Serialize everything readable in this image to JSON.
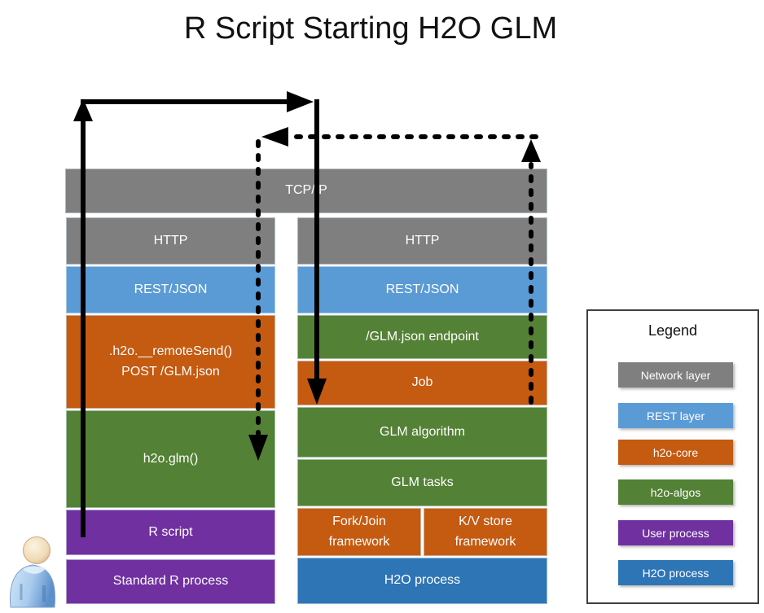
{
  "title": "R Script Starting H2O GLM",
  "colors": {
    "network": "#7F7F7F",
    "rest": "#5B9BD5",
    "core": "#C55A11",
    "algos": "#538135",
    "user": "#7030A0",
    "h2o": "#2E75B6",
    "arrow": "#000000"
  },
  "network_bar": {
    "label": "TCP/IP",
    "layer": "network"
  },
  "left_stack": [
    {
      "label": "HTTP",
      "layer": "network"
    },
    {
      "label": "REST/JSON",
      "layer": "rest"
    },
    {
      "line1": ".h2o.__remoteSend()",
      "line2": "POST /GLM.json",
      "layer": "core"
    },
    {
      "label": "h2o.glm()",
      "layer": "algos"
    },
    {
      "label": "R script",
      "layer": "user"
    },
    {
      "label": "Standard R process",
      "layer": "user"
    }
  ],
  "right_stack": [
    {
      "label": "HTTP",
      "layer": "network"
    },
    {
      "label": "REST/JSON",
      "layer": "rest"
    },
    {
      "label": "/GLM.json endpoint",
      "layer": "algos"
    },
    {
      "label": "Job",
      "layer": "core"
    },
    {
      "label": "GLM algorithm",
      "layer": "algos"
    },
    {
      "label": "GLM tasks",
      "layer": "algos"
    },
    {
      "line1": "Fork/Join",
      "line2": "framework",
      "layer": "core"
    },
    {
      "line1": "K/V store",
      "line2": "framework",
      "layer": "core"
    },
    {
      "label": "H2O process",
      "layer": "h2o"
    }
  ],
  "legend": {
    "title": "Legend",
    "items": [
      {
        "label": "Network layer",
        "color": "network"
      },
      {
        "label": "REST layer",
        "color": "rest"
      },
      {
        "label": "h2o-core",
        "color": "core"
      },
      {
        "label": "h2o-algos",
        "color": "algos"
      },
      {
        "label": "User process",
        "color": "user"
      },
      {
        "label": "H2O process",
        "color": "h2o"
      }
    ]
  }
}
